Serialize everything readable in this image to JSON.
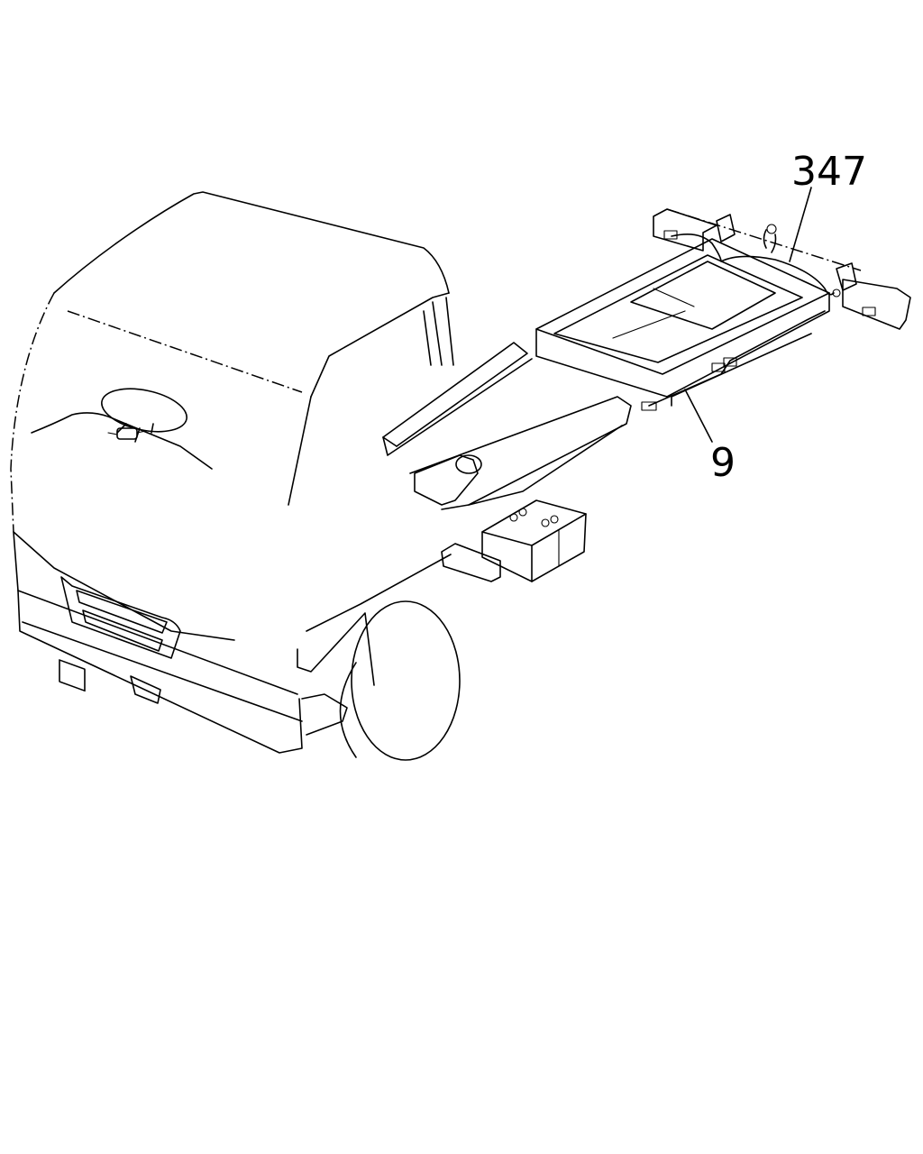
{
  "callouts": [
    {
      "id": "harness-rear",
      "label": "347"
    },
    {
      "id": "harness-frame",
      "label": "9"
    }
  ]
}
